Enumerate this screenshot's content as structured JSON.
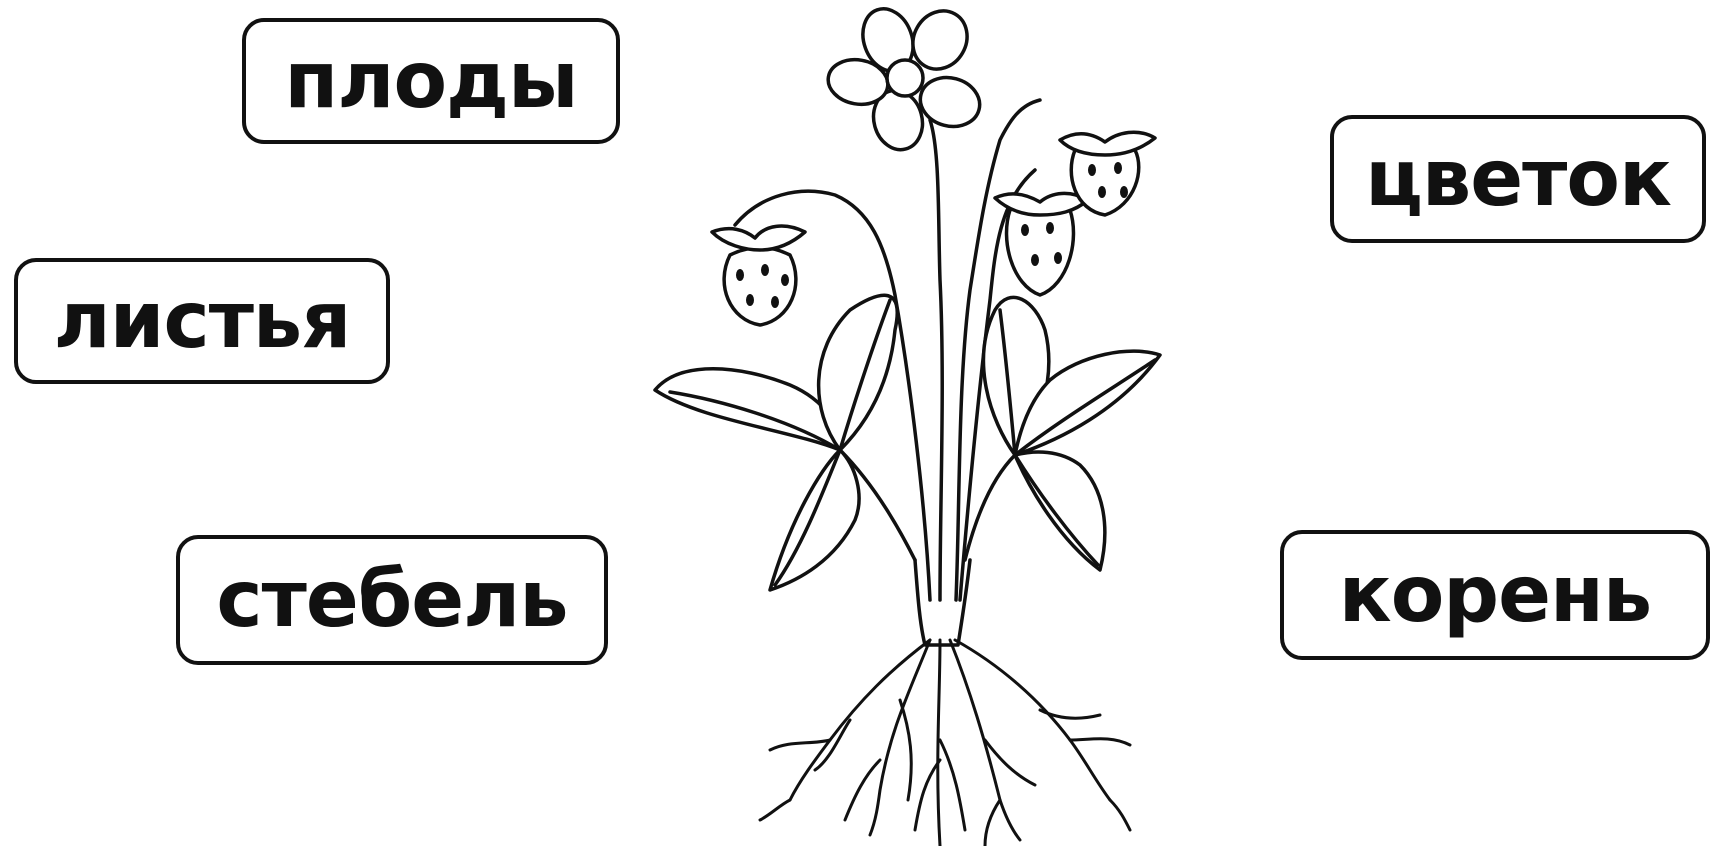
{
  "labels": {
    "fruits": "плоды",
    "leaves": "листья",
    "stem": "стебель",
    "flower": "цветок",
    "root": "корень"
  },
  "illustration": {
    "subject": "strawberry-plant-icon"
  },
  "colors": {
    "ink": "#111111",
    "background": "#ffffff"
  }
}
